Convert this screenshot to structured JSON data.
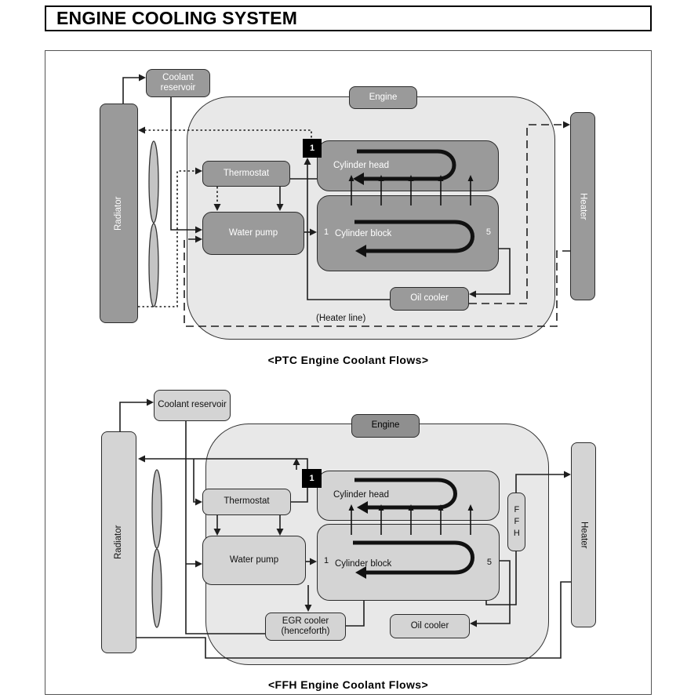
{
  "title": "ENGINE COOLING SYSTEM",
  "colors": {
    "dark_box": "#9a9a9a",
    "light_box": "#d4d4d4",
    "engine_body": "#e8e8e8",
    "line": "#1e1e1e",
    "marker_bg": "#000000"
  },
  "diagrams": [
    {
      "caption": "<PTC  Engine  Coolant  Flows>",
      "labels": {
        "coolant_reservoir": "Coolant reservoir",
        "radiator": "Radiator",
        "engine": "Engine",
        "thermostat": "Thermostat",
        "water_pump": "Water pump",
        "cylinder_head": "Cylinder head",
        "cylinder_block": "Cylinder block",
        "oil_cooler": "Oil cooler",
        "heater": "Heater",
        "heater_line": "(Heater line)",
        "flow_marker": "1",
        "block_in": "1",
        "block_out": "5"
      }
    },
    {
      "caption": "<FFH  Engine  Coolant  Flows>",
      "labels": {
        "coolant_reservoir": "Coolant reservoir",
        "radiator": "Radiator",
        "engine": "Engine",
        "thermostat": "Thermostat",
        "water_pump": "Water pump",
        "cylinder_head": "Cylinder head",
        "cylinder_block": "Cylinder block",
        "oil_cooler": "Oil cooler",
        "egr_cooler": "EGR cooler (henceforth)",
        "ffh": "FFH",
        "heater": "Heater",
        "flow_marker": "1",
        "block_in": "1",
        "block_out": "5"
      }
    }
  ]
}
